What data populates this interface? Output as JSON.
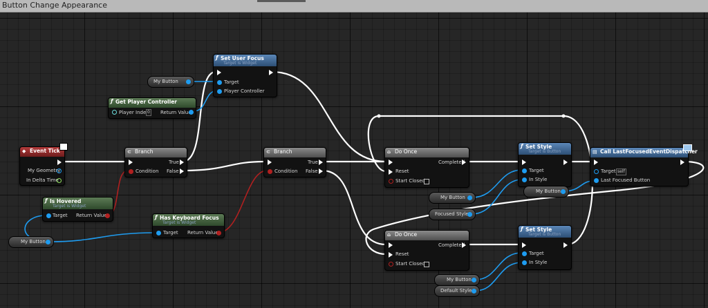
{
  "window": {
    "title": "Button Change Appearance"
  },
  "colors": {
    "exec_wire": "#ffffff",
    "object_wire": "#1e9cf0",
    "bool_wire": "#b02020",
    "function_header": "#5b87b8",
    "pure_header": "#5c7a55",
    "event_header": "#b43b3b",
    "macro_header": "#8a8a8a"
  },
  "nodes": {
    "set_user_focus": {
      "title": "Set User Focus",
      "subtitle": "Target is Widget",
      "target": "Target",
      "player_controller": "Player Controller"
    },
    "get_player_controller": {
      "title": "Get Player Controller",
      "player_index": "Player Index",
      "player_index_value": "0",
      "return_value": "Return Value"
    },
    "event_tick": {
      "title": "Event Tick",
      "my_geometry": "My Geometry",
      "in_delta_time": "In Delta Time"
    },
    "branch1": {
      "title": "Branch",
      "condition": "Condition",
      "true": "True",
      "false": "False"
    },
    "branch2": {
      "title": "Branch",
      "condition": "Condition",
      "true": "True",
      "false": "False"
    },
    "is_hovered": {
      "title": "Is Hovered",
      "subtitle": "Target is Widget",
      "target": "Target",
      "return_value": "Return Value"
    },
    "has_keyboard_focus": {
      "title": "Has Keyboard Focus",
      "subtitle": "Target is Widget",
      "target": "Target",
      "return_value": "Return Value"
    },
    "do_once1": {
      "title": "Do Once",
      "completed": "Completed",
      "reset": "Reset",
      "start_closed": "Start Closed"
    },
    "do_once2": {
      "title": "Do Once",
      "completed": "Completed",
      "reset": "Reset",
      "start_closed": "Start Closed"
    },
    "set_style1": {
      "title": "Set Style",
      "subtitle": "Target is Button",
      "target": "Target",
      "in_style": "In Style"
    },
    "set_style2": {
      "title": "Set Style",
      "subtitle": "Target is Button",
      "target": "Target",
      "in_style": "In Style"
    },
    "call_dispatcher": {
      "title": "Call LastFocusedEventDispatcher",
      "target": "Target",
      "target_value": "self",
      "last_focused_button": "Last Focused Button"
    }
  },
  "variables": {
    "my_button_1": "My Button",
    "my_button_2": "My Button",
    "my_button_3": "My Button",
    "my_button_4": "My Button",
    "my_button_5": "My Button",
    "focused_style": "Focused Style",
    "default_style": "Default Style"
  }
}
